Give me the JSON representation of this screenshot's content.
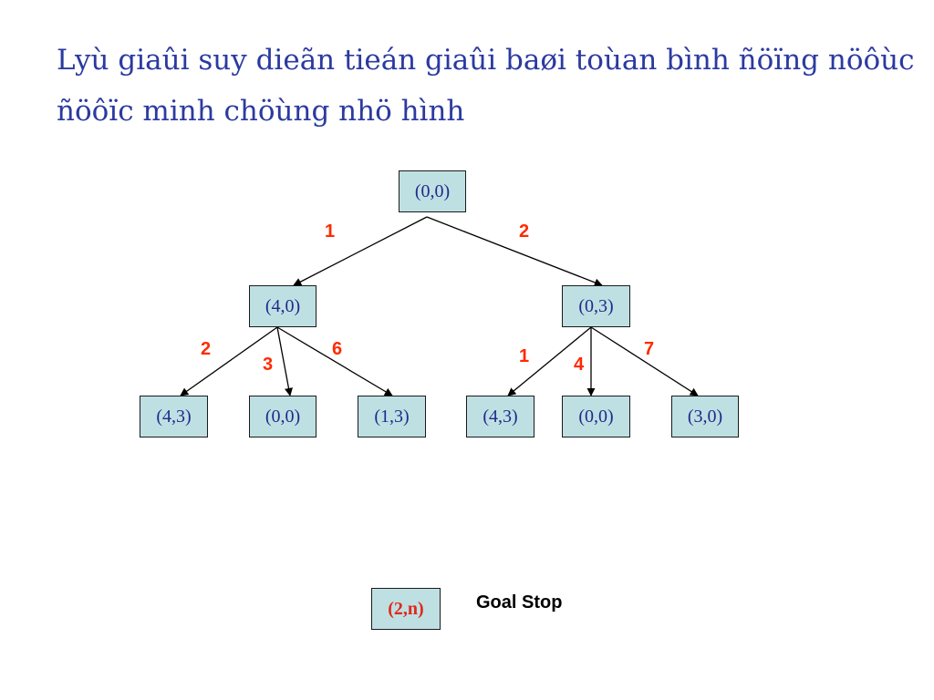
{
  "title": {
    "line1": "Lyù giaûi suy dieãn tieán giaûi baøi toùan bình ñöïng nöôùc",
    "line2": "ñöôïc minh chöùng nhö hình"
  },
  "tree": {
    "root": "(0,0)",
    "level1": [
      "(4,0)",
      "(0,3)"
    ],
    "level2": [
      "(4,3)",
      "(0,0)",
      "(1,3)",
      "(4,3)",
      "(0,0)",
      "(3,0)"
    ],
    "edge_labels": [
      "1",
      "2",
      "2",
      "3",
      "6",
      "1",
      "4",
      "7"
    ]
  },
  "legend": {
    "node": "(2,n)",
    "text": "Goal Stop"
  },
  "colors": {
    "title": "#2b3aa0",
    "node_fill": "#bfe0e3",
    "node_text": "#1f2a8a",
    "edge_label": "#ff2a00",
    "goal_text": "#e0291a"
  }
}
